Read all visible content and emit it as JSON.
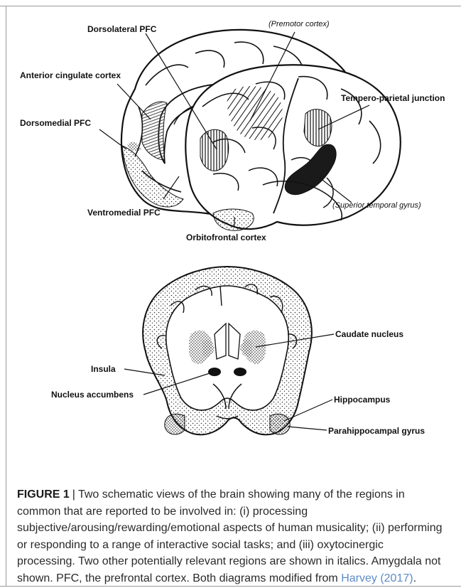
{
  "upper_view_labels": {
    "dorsolateral_pfc": "Dorsolateral PFC",
    "premotor_cortex": "(Premotor cortex)",
    "anterior_cingulate_cortex": "Anterior cingulate cortex",
    "tempero_parietal_junction": "Tempero-parietal junction",
    "dorsomedial_pfc": "Dorsomedial PFC",
    "ventromedial_pfc": "Ventromedial PFC",
    "superior_temporal_gyrus": "(Superior temporal gyrus)",
    "orbitofrontal_cortex": "Orbitofrontal cortex"
  },
  "lower_view_labels": {
    "caudate_nucleus": "Caudate nucleus",
    "insula": "Insula",
    "nucleus_accumbens": "Nucleus accumbens",
    "hippocampus": "Hippocampus",
    "parahippocampal_gyrus": "Parahippocampal gyrus"
  },
  "caption": {
    "figure_label": "FIGURE 1",
    "separator": "|",
    "text_before_link": "Two schematic views of the brain showing many of the regions in common that are reported to be involved in: (i) processing subjective/arousing/rewarding/emotional aspects of human musicality; (ii) performing or responding to a range of interactive social tasks; and (iii) oxytocinergic processing. Two other potentially relevant regions are shown in italics. Amygdala not shown. PFC, the prefrontal cortex. Both diagrams modified from ",
    "link_text": "Harvey (2017)",
    "text_after_link": "."
  }
}
